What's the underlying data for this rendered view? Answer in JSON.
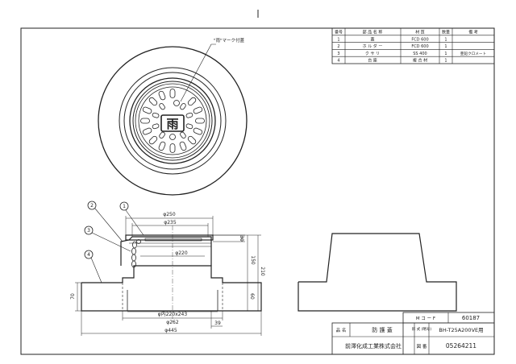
{
  "parts_table": {
    "headers": [
      "番号",
      "部 品 名 称",
      "材 質",
      "数量",
      "備 考"
    ],
    "rows": [
      [
        "1",
        "蓋",
        "FCD 600",
        "1",
        ""
      ],
      [
        "2",
        "ホ ル ダ ー",
        "FCD 600",
        "1",
        ""
      ],
      [
        "3",
        "ク サ リ",
        "SS 400",
        "1",
        "亜鉛クロメート"
      ],
      [
        "4",
        "台 座",
        "複 合 材",
        "1",
        ""
      ]
    ]
  },
  "plan_view": {
    "note": "\"雨\"マーク付蓋",
    "center_mark": "雨"
  },
  "section_view": {
    "callouts": [
      "1",
      "2",
      "3",
      "4"
    ],
    "dimensions": {
      "d250": "φ250",
      "d235": "φ235",
      "d220": "φ220",
      "d220x243": "φ内220x243",
      "d262": "φ262",
      "d445": "φ445",
      "w39": "39",
      "h30": "30",
      "h150": "150",
      "h210": "210",
      "h60": "60",
      "h70": "70"
    }
  },
  "title_block": {
    "code_label": "M コ ー F",
    "code_value": "60187",
    "name_label": "品 名",
    "name_value": "防 護 蓋",
    "model_label": "形 式 (略号)",
    "model_value": "BH-T25A200VE用",
    "company": "前澤化成工業株式会社",
    "drawing_no_label": "図 番",
    "drawing_no": "05264211"
  }
}
